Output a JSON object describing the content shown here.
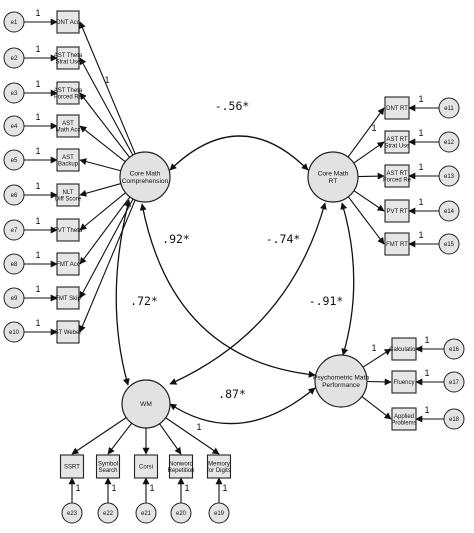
{
  "latents": {
    "cmc": "Core Math\nComprehension",
    "cmrt": "Core Math\nRT",
    "wm": "WM",
    "pmp": "Psychometric Math\nPerformance"
  },
  "left_indicators": [
    {
      "label": "DNT Acc",
      "error": "e1"
    },
    {
      "label": "AST Theta\nStrat Use",
      "error": "e2"
    },
    {
      "label": "AST Theta\nForced Re",
      "error": "e3"
    },
    {
      "label": "AST\nMath Acc",
      "error": "e4"
    },
    {
      "label": "AST\nBackup",
      "error": "e5"
    },
    {
      "label": "NLT\nDiff Score",
      "error": "e6"
    },
    {
      "label": "PVT Theta",
      "error": "e7"
    },
    {
      "label": "FMT Acc",
      "error": "e8"
    },
    {
      "label": "FMT Skip",
      "error": "e9"
    },
    {
      "label": "ST Weber",
      "error": "e10"
    }
  ],
  "right_indicators": [
    {
      "label": "DNT RT",
      "error": "e11"
    },
    {
      "label": "AST RT\nStrat Use",
      "error": "e12"
    },
    {
      "label": "AST RT\nForced Re",
      "error": "e13"
    },
    {
      "label": "PVT RT",
      "error": "e14"
    },
    {
      "label": "FMT RT",
      "error": "e15"
    }
  ],
  "pmp_indicators": [
    {
      "label": "Calculation",
      "error": "e16"
    },
    {
      "label": "Fluency",
      "error": "e17"
    },
    {
      "label": "Applied\nProblems",
      "error": "e18"
    }
  ],
  "wm_indicators": [
    {
      "label": "SSRT",
      "error": "e23"
    },
    {
      "label": "Symbol\nSearch",
      "error": "e22"
    },
    {
      "label": "Corsi",
      "error": "e21"
    },
    {
      "label": "Nonword\nRepetition",
      "error": "e20"
    },
    {
      "label": "Memory\nfor Digits",
      "error": "e19"
    }
  ],
  "correlations": {
    "cmc_cmrt": "-.56*",
    "cmc_pmp": ".92*",
    "cmrt_wm": "-.74*",
    "cmc_wm": ".72*",
    "cmrt_pmp": "-.91*",
    "wm_pmp": ".87*"
  },
  "fixed_label": "1"
}
